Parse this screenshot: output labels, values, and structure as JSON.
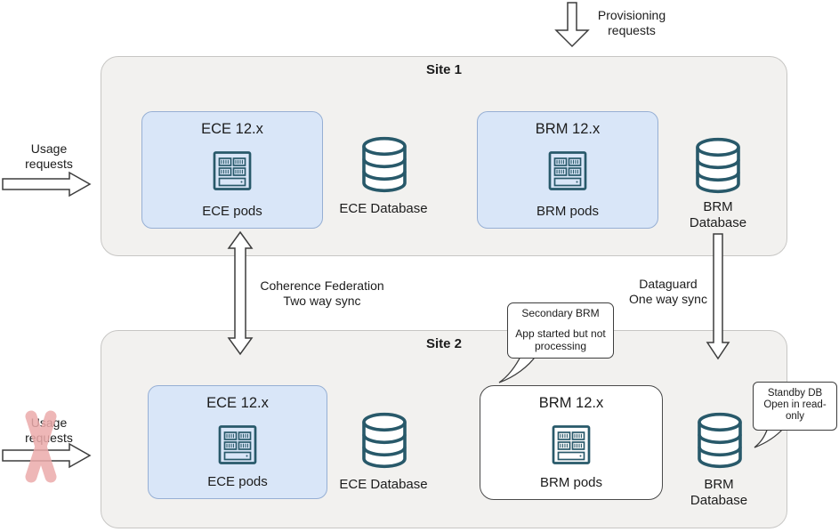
{
  "colors": {
    "site_fill": "#f2f1ef",
    "site_border": "#c7c6c4",
    "component_fill": "#d9e6f8",
    "component_border": "#96afd4",
    "icon_stroke": "#28596a",
    "arrow_stroke": "#3d3d3d",
    "crossout_red": "#ecabab"
  },
  "icons": {
    "server": "server-rack-icon",
    "database": "database-cylinder-icon",
    "arrows": [
      "provisioning-down-arrow",
      "usage-right-arrow",
      "coherence-double-arrow",
      "dataguard-down-arrow"
    ],
    "crossout": "red-x-mark"
  },
  "annotations": {
    "provisioning": {
      "line1": "Provisioning",
      "line2": "requests"
    },
    "usage_top": {
      "line1": "Usage",
      "line2": "requests"
    },
    "usage_bottom": {
      "line1": "Usage",
      "line2": "requests"
    },
    "coherence": {
      "line1": "Coherence Federation",
      "line2": "Two way sync"
    },
    "dataguard": {
      "line1": "Dataguard",
      "line2": "One way sync"
    }
  },
  "site1": {
    "title": "Site 1",
    "ece": {
      "title": "ECE 12.x",
      "label": "ECE pods"
    },
    "ece_db": {
      "label": "ECE Database"
    },
    "brm": {
      "title": "BRM 12.x",
      "label": "BRM pods"
    },
    "brm_db": {
      "line1": "BRM",
      "line2": "Database"
    }
  },
  "site2": {
    "title": "Site 2",
    "ece": {
      "title": "ECE 12.x",
      "label": "ECE pods"
    },
    "ece_db": {
      "label": "ECE Database"
    },
    "brm": {
      "title": "BRM 12.x",
      "label": "BRM pods"
    },
    "brm_db": {
      "line1": "BRM",
      "line2": "Database"
    }
  },
  "callouts": {
    "secondary_brm": {
      "line1": "Secondary BRM",
      "line2": "App started but not",
      "line3": "processing"
    },
    "standby_db": {
      "line1": "Standby DB",
      "line2": "Open in read-",
      "line3": "only"
    }
  }
}
